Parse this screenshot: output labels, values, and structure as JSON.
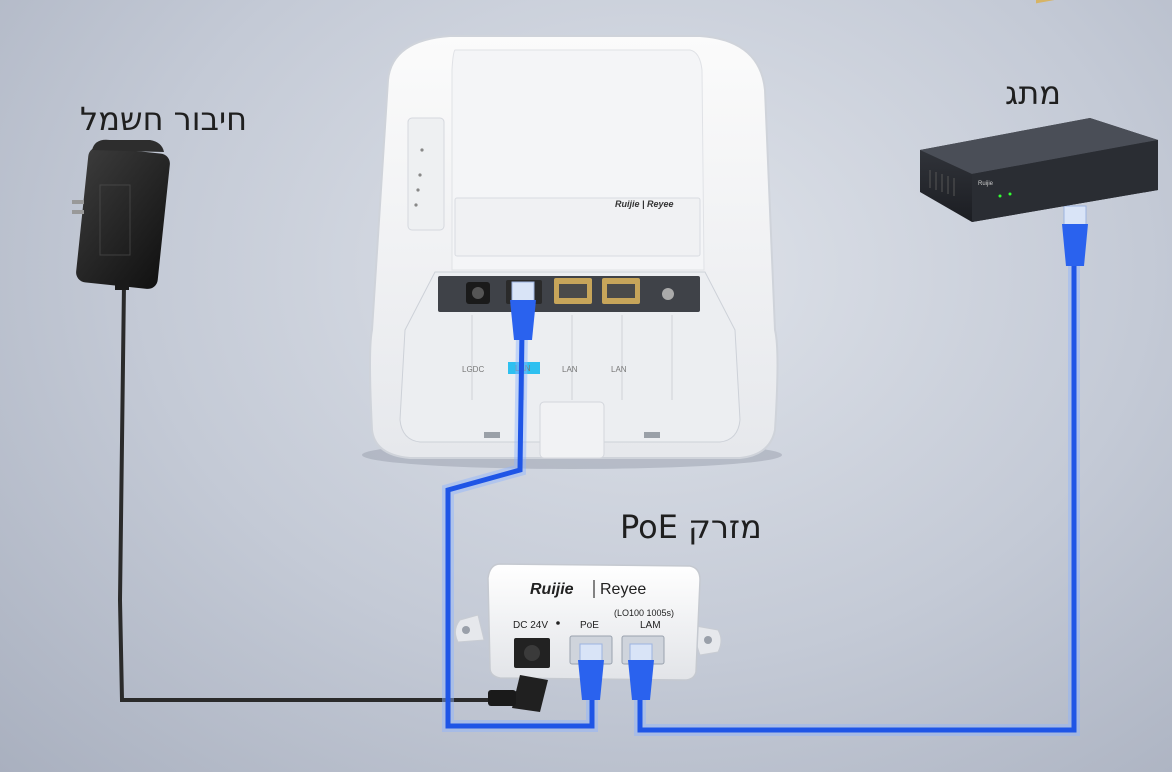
{
  "labels": {
    "power": "חיבור חשמל",
    "switch": "מתג",
    "poe_injector": "מזרק PoE"
  },
  "access_point": {
    "brand": "Ruijie | Reyee",
    "ports": [
      "LGDC",
      "LAN",
      "LAN",
      "LAN"
    ]
  },
  "injector": {
    "brand_main": "Ruijie",
    "brand_sub": "Reyee",
    "port_dc": "DC 24V",
    "port_poe": "PoE",
    "port_lan_model": "(LO100 1005s)",
    "port_lan": "LAM"
  },
  "switch_device": {
    "brand": "Ruijie"
  },
  "colors": {
    "cable_blue": "#1f55e6",
    "cable_glow": "#8fb4ff",
    "power_cable": "#2a2a2a",
    "lan_highlight": "#2ec0f0"
  }
}
